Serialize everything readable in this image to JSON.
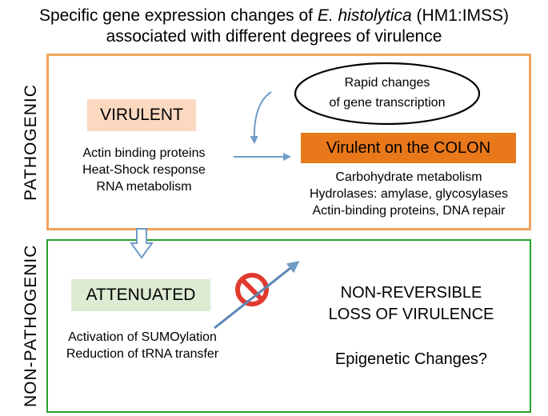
{
  "title": {
    "line1_prefix": "Specific gene expression changes of ",
    "line1_italic": "E. histolytica",
    "line1_suffix": " (HM1:IMSS)",
    "line2": "associated with different degrees of virulence"
  },
  "pathogenic": {
    "side_label": "PATHOGENIC",
    "border_color": "#f0a35e",
    "virulent": {
      "label": "VIRULENT",
      "bg_color": "#fbd9c0",
      "items": [
        "Actin binding proteins",
        "Heat-Shock response",
        "RNA metabolism"
      ]
    },
    "ellipse": {
      "line1": "Rapid changes",
      "line2": "of gene transcription"
    },
    "colon": {
      "label": "Virulent on the COLON",
      "bg_color": "#e8781a",
      "items": [
        "Carbohydrate metabolism",
        "Hydrolases: amylase, glycosylases",
        "Actin-binding proteins, DNA repair"
      ]
    }
  },
  "non_pathogenic": {
    "side_label": "NON-PATHOGENIC",
    "border_color": "#2aa02a",
    "attenuated": {
      "label": "ATTENUATED",
      "bg_color": "#dcebd2",
      "items": [
        "Activation of SUMOylation",
        "Reduction of tRNA transfer"
      ]
    },
    "loss": {
      "line1": "NON-REVERSIBLE",
      "line2": "LOSS OF VIRULENCE"
    },
    "question": "Epigenetic Changes?"
  },
  "colors": {
    "arrow": "#6f9cc6",
    "prohibition": "#e03a2f"
  }
}
